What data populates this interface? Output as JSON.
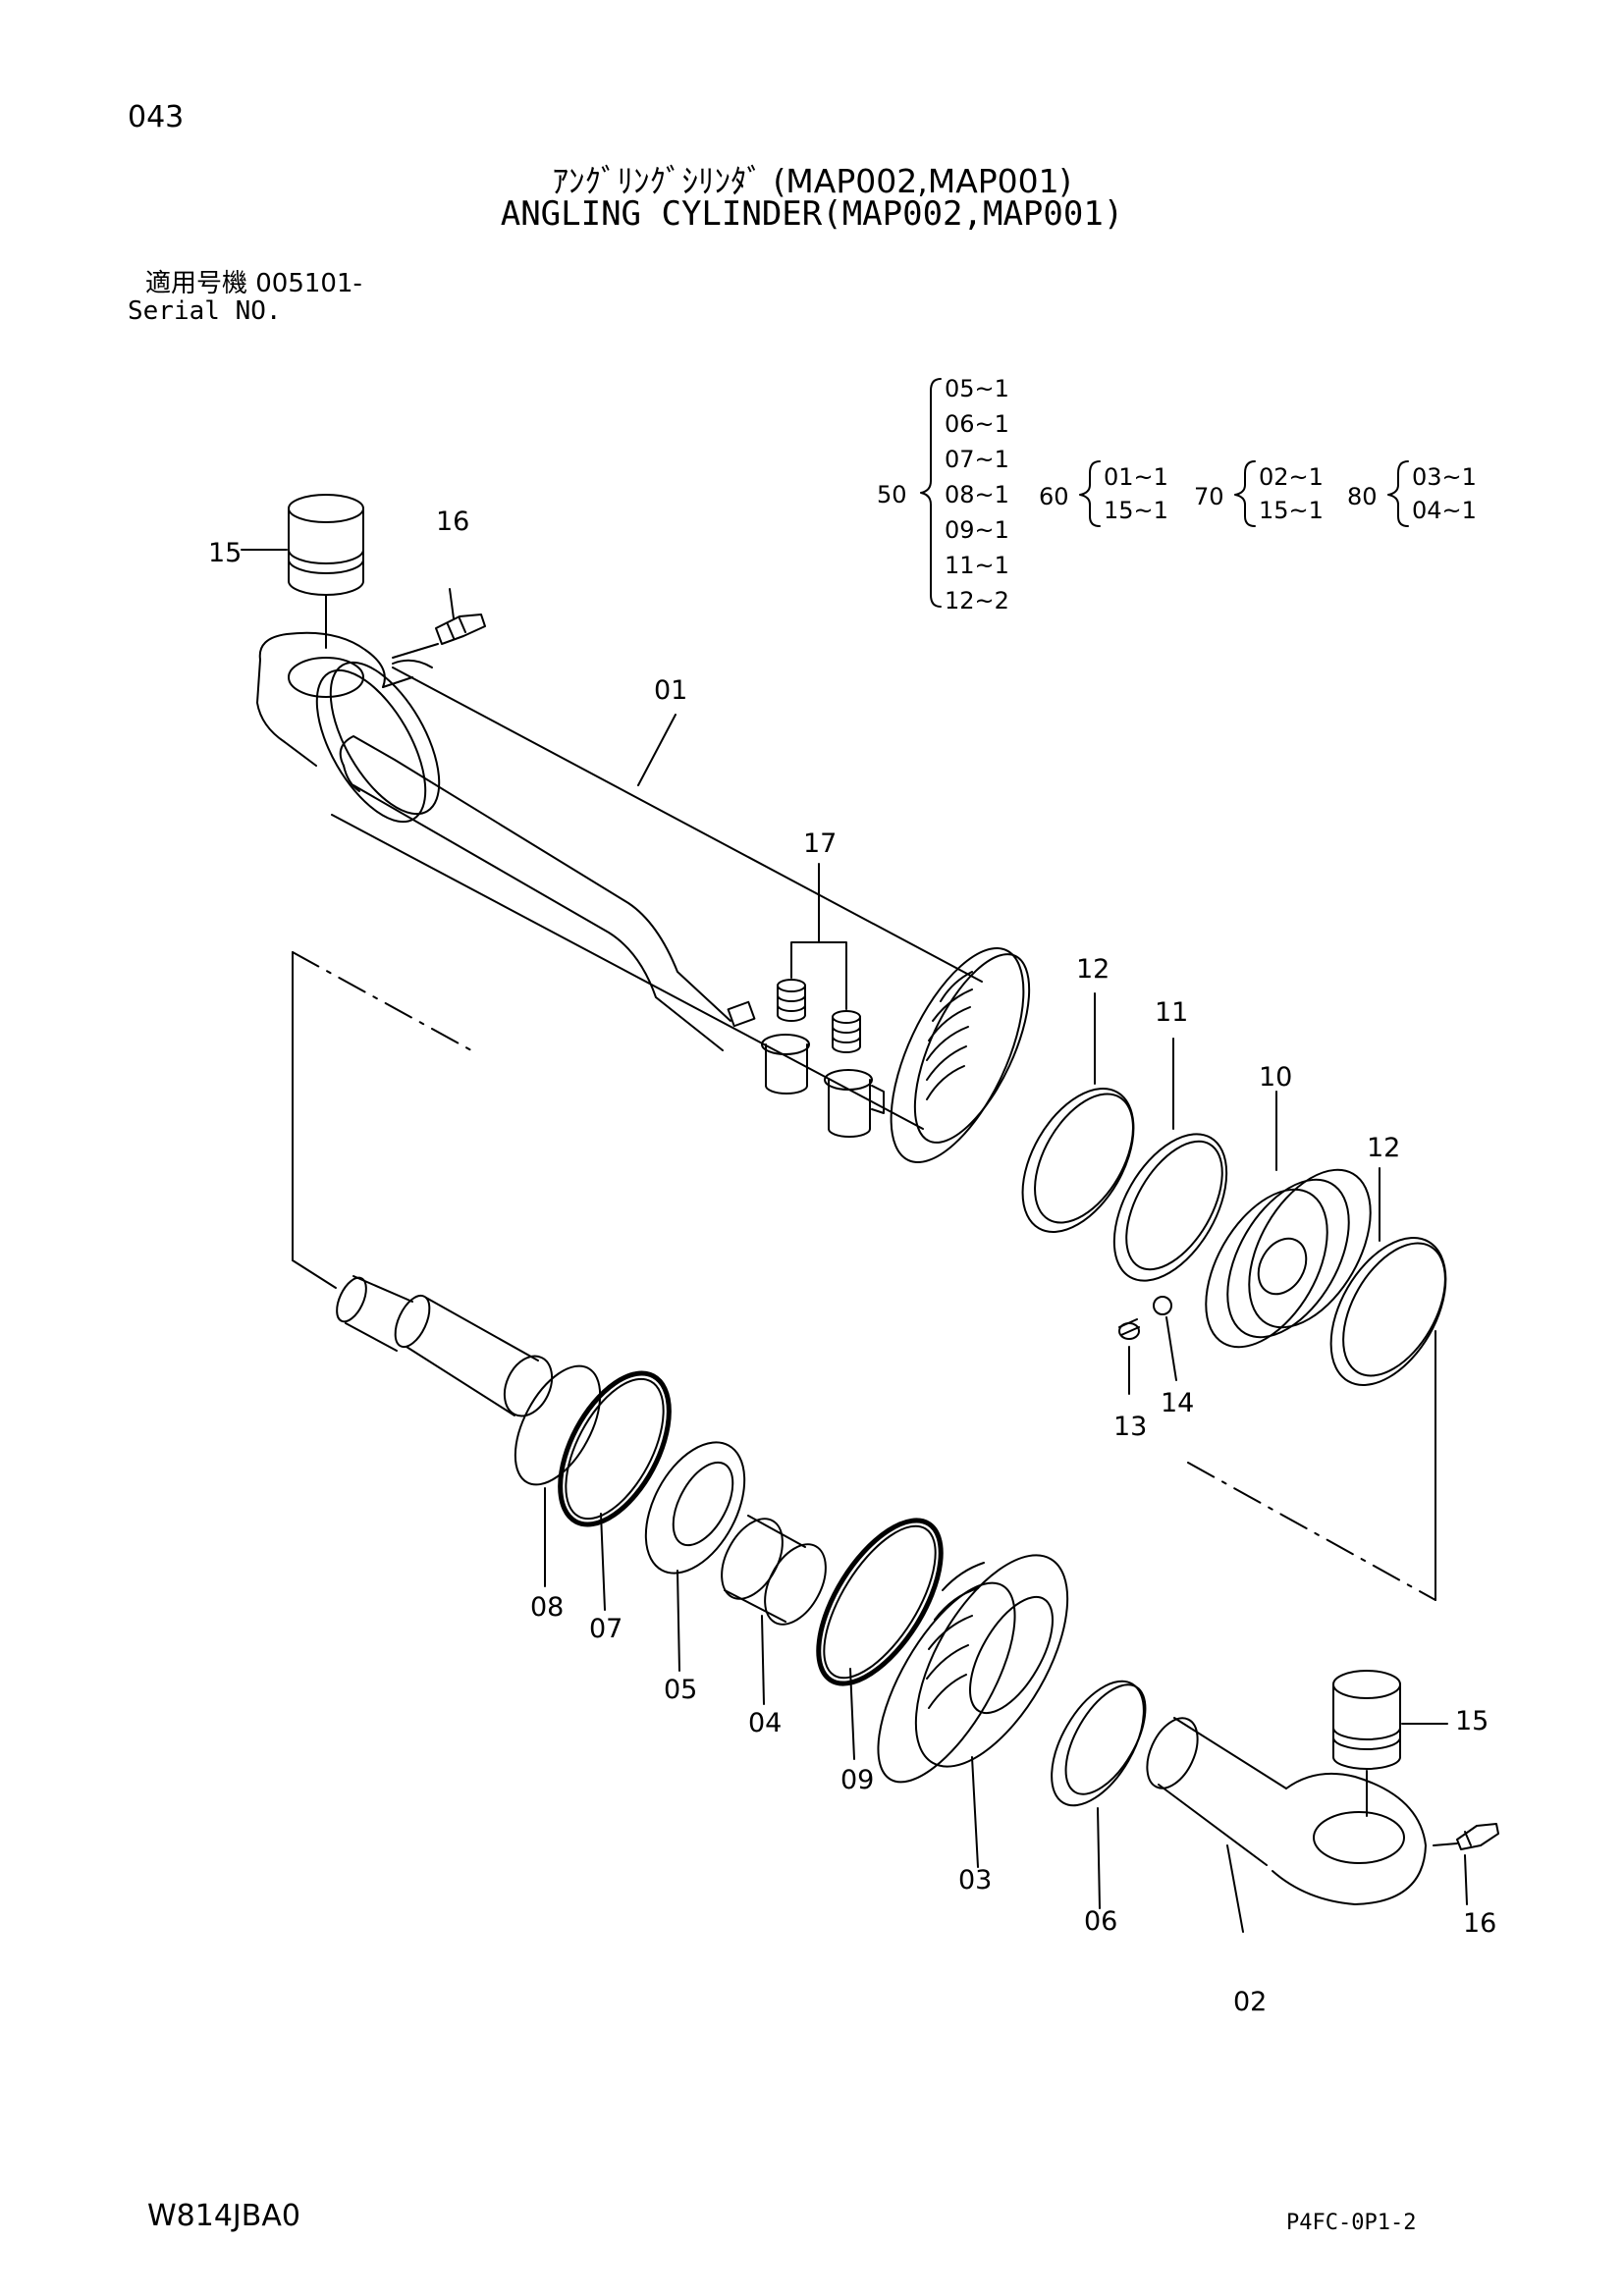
{
  "page_number": "043",
  "title_jp": "ｱﾝｸﾞﾘﾝｸﾞｼﾘﾝﾀﾞ (MAP002,MAP001)",
  "title_en": "ANGLING CYLINDER(MAP002,MAP001)",
  "serial_jp": "適用号機 005101-",
  "serial_en": "Serial NO.",
  "kits": [
    {
      "kit": "50",
      "parts": [
        "05~1",
        "06~1",
        "07~1",
        "08~1",
        "09~1",
        "11~1",
        "12~2"
      ]
    },
    {
      "kit": "60",
      "parts": [
        "01~1",
        "15~1"
      ]
    },
    {
      "kit": "70",
      "parts": [
        "02~1",
        "15~1"
      ]
    },
    {
      "kit": "80",
      "parts": [
        "03~1",
        "04~1"
      ]
    }
  ],
  "callouts": [
    "01",
    "02",
    "03",
    "04",
    "05",
    "06",
    "07",
    "08",
    "09",
    "10",
    "11",
    "12",
    "12",
    "13",
    "14",
    "15",
    "15",
    "16",
    "16",
    "17"
  ],
  "footer_left": "W814JBA0",
  "footer_right": "P4FC-0P1-2"
}
